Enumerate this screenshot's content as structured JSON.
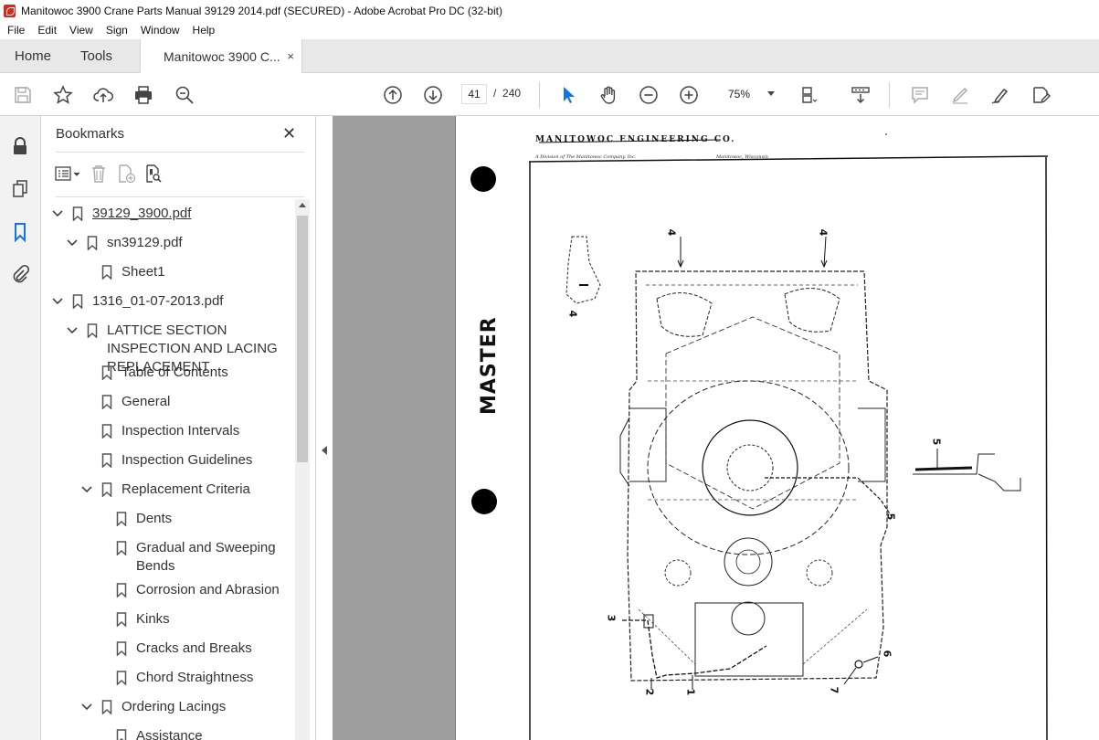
{
  "window": {
    "title": "Manitowoc 3900 Crane Parts Manual 39129 2014.pdf (SECURED) - Adobe Acrobat Pro DC (32-bit)"
  },
  "menu": [
    "File",
    "Edit",
    "View",
    "Sign",
    "Window",
    "Help"
  ],
  "tabs": {
    "home": "Home",
    "tools": "Tools",
    "document": "Manitowoc 3900 C...",
    "close": "×"
  },
  "toolbar": {
    "page_current": "41",
    "page_separator": "/",
    "page_total": "240",
    "zoom": "75%"
  },
  "bookmarks": {
    "title": "Bookmarks",
    "close": "✕",
    "items": [
      {
        "label": "39129_3900.pdf",
        "level": 0,
        "expanded": true,
        "link": true
      },
      {
        "label": "sn39129.pdf",
        "level": 1,
        "expanded": true
      },
      {
        "label": "Sheet1",
        "level": 2
      },
      {
        "label": "1316_01-07-2013.pdf",
        "level": 0,
        "expanded": true
      },
      {
        "label": "LATTICE SECTION INSPECTION AND LACING REPLACEMENT",
        "level": 1,
        "expanded": true
      },
      {
        "label": "Table of Contents",
        "level": 2
      },
      {
        "label": "General",
        "level": 2
      },
      {
        "label": "Inspection Intervals",
        "level": 2
      },
      {
        "label": "Inspection Guidelines",
        "level": 2
      },
      {
        "label": "Replacement Criteria",
        "level": 2,
        "expanded": true
      },
      {
        "label": "Dents",
        "level": 3
      },
      {
        "label": "Gradual and Sweeping Bends",
        "level": 3
      },
      {
        "label": "Corrosion and Abrasion",
        "level": 3
      },
      {
        "label": "Kinks",
        "level": 3
      },
      {
        "label": "Cracks and Breaks",
        "level": 3
      },
      {
        "label": "Chord Straightness",
        "level": 3
      },
      {
        "label": "Ordering Lacings",
        "level": 2,
        "expanded": true
      },
      {
        "label": "Assistance",
        "level": 3
      }
    ]
  },
  "document": {
    "header_company": "MANITOWOC ENGINEERING CO.",
    "header_division": "A Division of The Manitowoc Company, Inc.",
    "header_city": "Manitowoc, Wisconsin",
    "stamp": "MASTER",
    "callouts": [
      "4",
      "4",
      "4",
      "5",
      "5",
      "3",
      "2",
      "1",
      "6",
      "7"
    ]
  }
}
